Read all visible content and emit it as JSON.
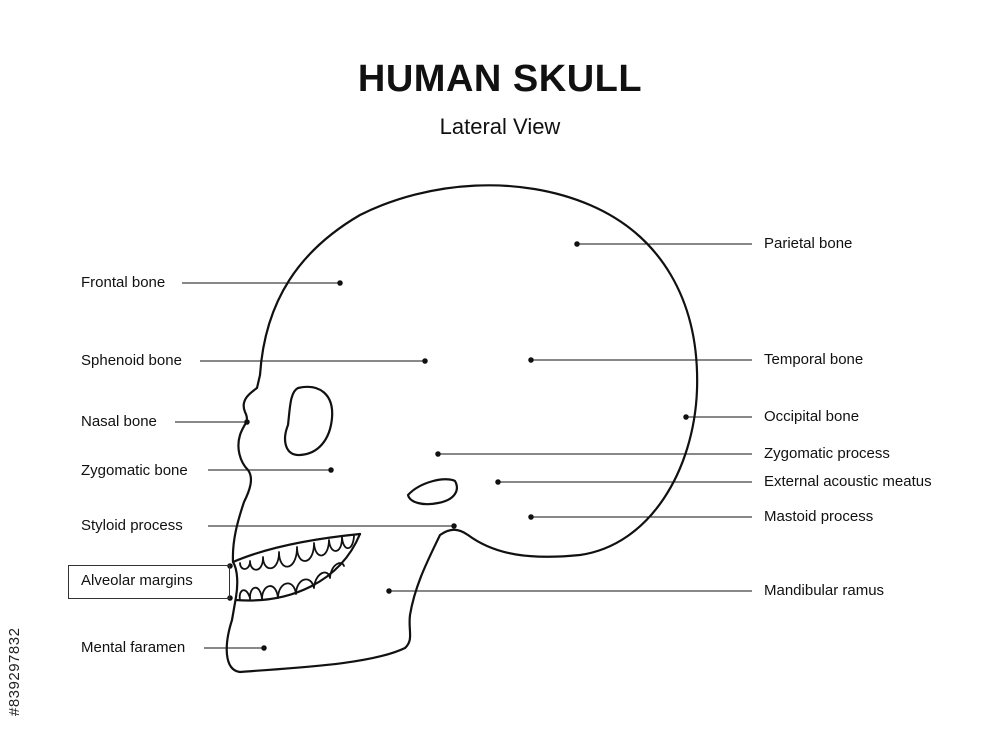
{
  "title": "HUMAN SKULL",
  "subtitle": "Lateral View",
  "stock_id": "#839297832",
  "colors": {
    "ink": "#111111",
    "background": "#ffffff"
  },
  "labels": {
    "left": {
      "frontal_bone": "Frontal bone",
      "sphenoid_bone": "Sphenoid bone",
      "nasal_bone": "Nasal bone",
      "zygomatic_bone": "Zygomatic bone",
      "styloid_process": "Styloid process",
      "alveolar_margins": "Alveolar margins",
      "mental_faramen": "Mental faramen"
    },
    "right": {
      "parietal_bone": "Parietal bone",
      "temporal_bone": "Temporal bone",
      "occipital_bone": "Occipital bone",
      "zygomatic_process": "Zygomatic process",
      "external_acoustic_meatus": "External acoustic meatus",
      "mastoid_process": "Mastoid process",
      "mandibular_ramus": "Mandibular ramus"
    }
  }
}
